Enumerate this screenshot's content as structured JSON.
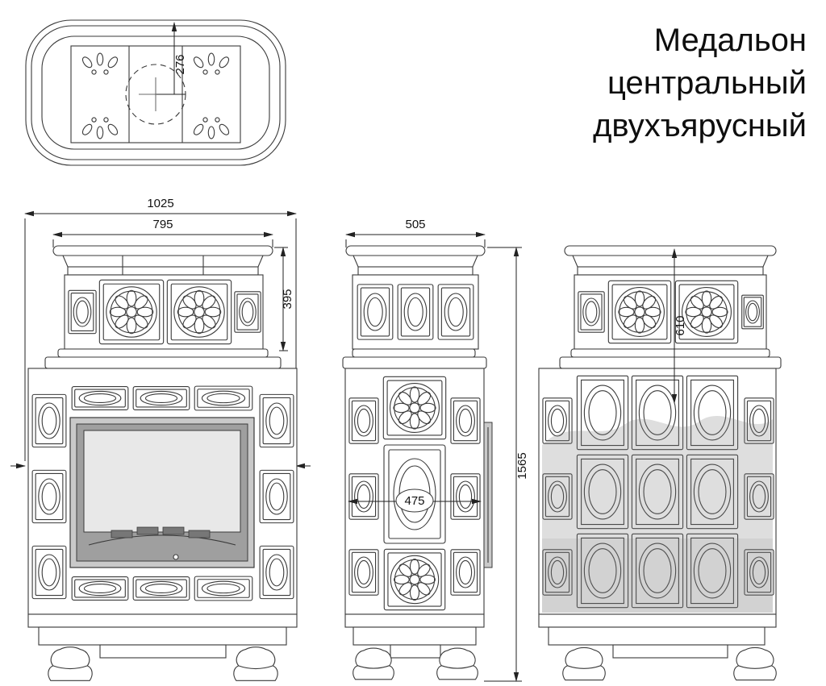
{
  "title": {
    "lines": [
      "Медальон",
      "центральный",
      "двухъярусный"
    ]
  },
  "views": {
    "plan": {
      "dims": {
        "center_to_top": "276"
      }
    },
    "front": {
      "dims": {
        "overall_width": "1025",
        "top_width": "795",
        "upper_tier_height": "395"
      }
    },
    "side": {
      "dims": {
        "depth": "505",
        "inner_depth": "475",
        "overall_height": "1565"
      }
    },
    "rear": {
      "dims": {
        "upper_section_height": "610"
      }
    }
  },
  "colors": {
    "line": "#3a3a3a",
    "shading": "#7d7d7d",
    "door_frame": "#9f9f9f",
    "glass": "#e8e8e8"
  }
}
